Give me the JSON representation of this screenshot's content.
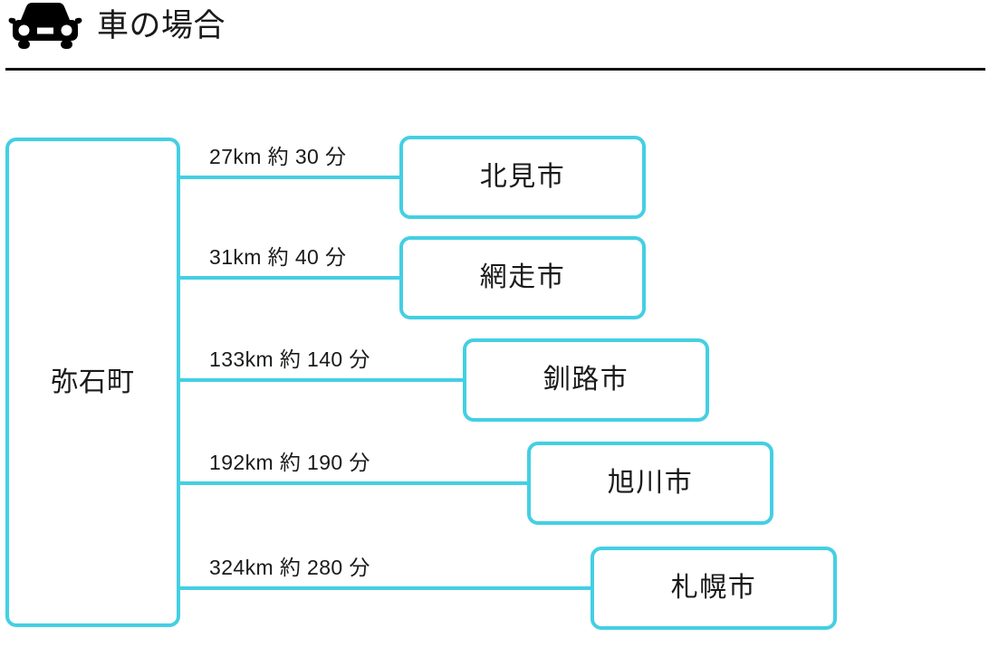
{
  "header": {
    "icon": "car-front-icon",
    "title": "車の場合",
    "rule_color": "#111111"
  },
  "theme": {
    "accent": "#44cfe3",
    "box_fill": "#ffffff",
    "text": "#1a1a1a"
  },
  "diagram": {
    "type": "hub-and-spoke",
    "origin": {
      "label": "弥石町"
    },
    "routes": [
      {
        "destination": "北見市",
        "distance_km": 27,
        "duration_min": 30,
        "edge_label": "27km 約 30 分"
      },
      {
        "destination": "網走市",
        "distance_km": 31,
        "duration_min": 40,
        "edge_label": "31km 約 40 分"
      },
      {
        "destination": "釧路市",
        "distance_km": 133,
        "duration_min": 140,
        "edge_label": "133km 約 140 分"
      },
      {
        "destination": "旭川市",
        "distance_km": 192,
        "duration_min": 190,
        "edge_label": "192km 約 190 分"
      },
      {
        "destination": "札幌市",
        "distance_km": 324,
        "duration_min": 280,
        "edge_label": "324km 約 280 分"
      }
    ]
  }
}
